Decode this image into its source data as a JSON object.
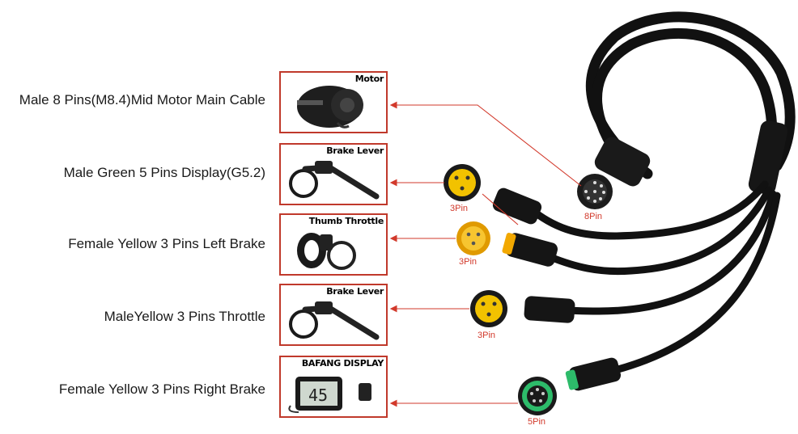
{
  "rows": [
    {
      "label": "Male 8 Pins(M8.4)Mid Motor Main Cable",
      "photo_title": "Motor"
    },
    {
      "label": "Male Green 5 Pins Display(G5.2)",
      "photo_title": "Brake Lever"
    },
    {
      "label": "Female Yellow 3 Pins Left Brake",
      "photo_title": "Thumb Throttle"
    },
    {
      "label": "MaleYellow 3 Pins Throttle",
      "photo_title": "Brake Lever"
    },
    {
      "label": "Female Yellow 3 Pins Right Brake",
      "photo_title": "BAFANG DISPLAY"
    }
  ],
  "connectors": [
    {
      "label": "8Pin",
      "color": "#222222"
    },
    {
      "label": "3Pin",
      "color": "#f2c200"
    },
    {
      "label": "3Pin",
      "color": "#f2c200"
    },
    {
      "label": "3Pin",
      "color": "#f2c200"
    },
    {
      "label": "5Pin",
      "color": "#2dbb6a"
    }
  ],
  "colors": {
    "accent": "#c0392b",
    "cable": "#111111",
    "yellow_connector": "#f2c200",
    "green_connector": "#2dbb6a"
  },
  "display_screen_text": "45"
}
